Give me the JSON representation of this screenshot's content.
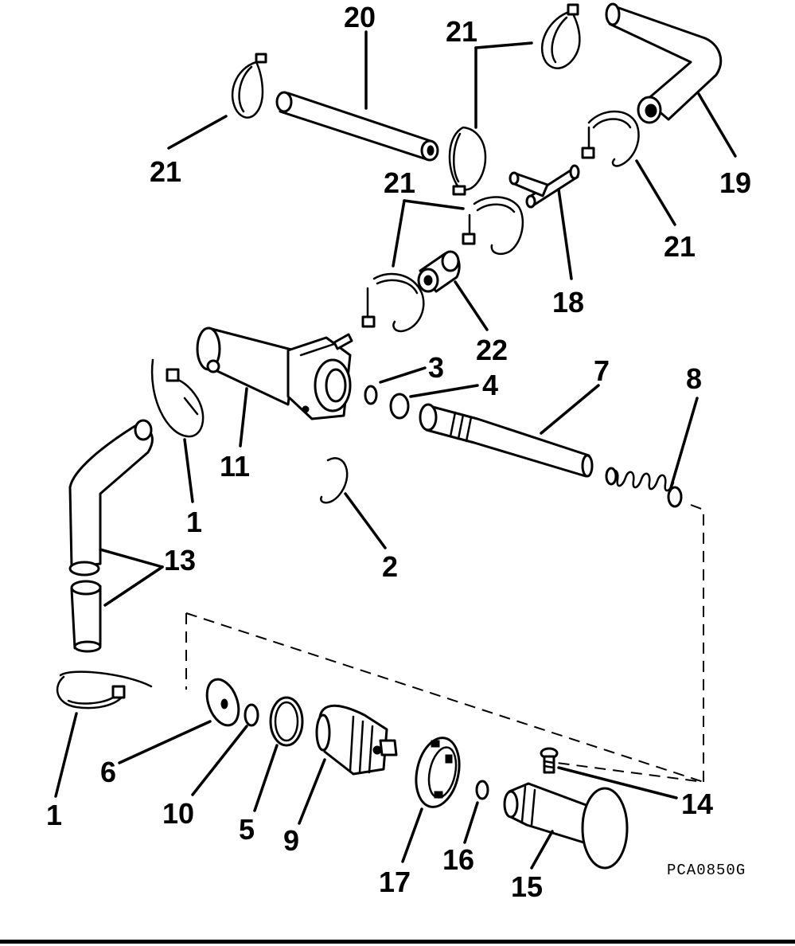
{
  "diagram_code": "PCA0850G",
  "callouts": {
    "c20": "20",
    "c21a": "21",
    "c21b": "21",
    "c21c": "21",
    "c21d": "21",
    "c19": "19",
    "c18": "18",
    "c22": "22",
    "c3": "3",
    "c4": "4",
    "c7": "7",
    "c8": "8",
    "c11": "11",
    "c1a": "1",
    "c13": "13",
    "c2": "2",
    "c1b": "1",
    "c6": "6",
    "c10": "10",
    "c5": "5",
    "c9": "9",
    "c17": "17",
    "c16": "16",
    "c14": "14",
    "c15": "15"
  }
}
